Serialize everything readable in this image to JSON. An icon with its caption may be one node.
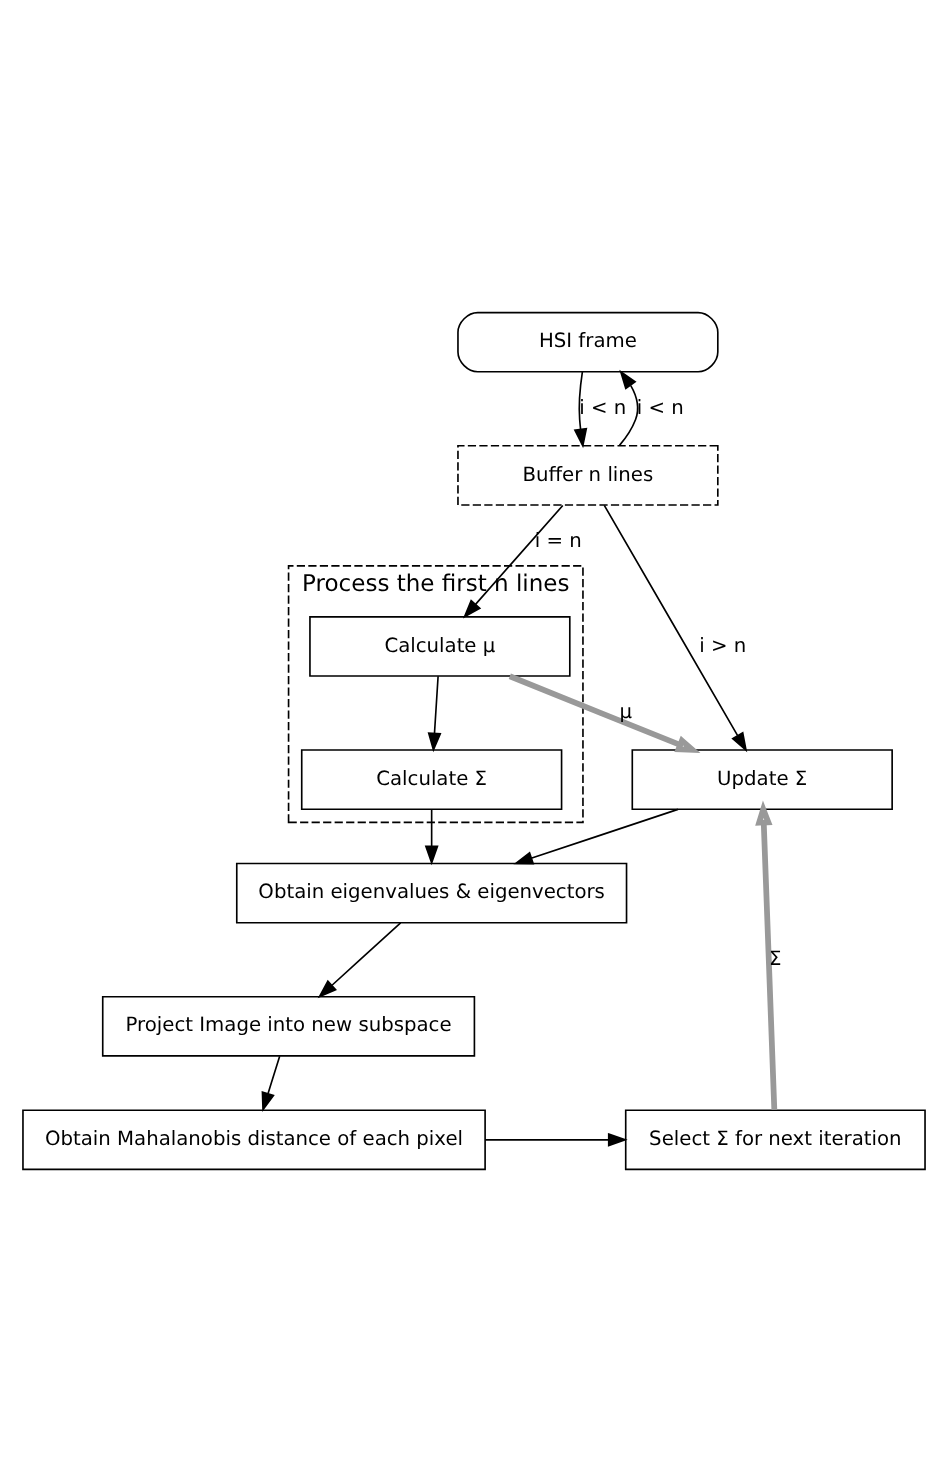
{
  "diagram": {
    "nodes": [
      {
        "text": [
          "HSI frame"
        ]
      },
      {
        "text": [
          "Buffer n lines"
        ]
      },
      {
        "text": [
          "Process the first n lines"
        ]
      },
      {
        "text": [
          "Calculate μ"
        ],
        "in": 2
      },
      {
        "text": [
          "Calculate Σ"
        ],
        "in": 2
      },
      {
        "text": [
          "Update Σ"
        ]
      },
      {
        "text": [
          "Obtain eigenvalues & eigenvectors"
        ]
      },
      {
        "text": [
          "Project Image into new subspace"
        ]
      },
      {
        "text": [
          "Obtain Mahalanobis distance of each pixel"
        ]
      },
      {
        "text": [
          "Select Σ for next iteration"
        ]
      }
    ],
    "edges": [
      {
        "from": 0,
        "to": 1,
        "arrow": "to",
        "label": "i < n"
      },
      {
        "from": 1,
        "to": 0,
        "arrow": "to",
        "label": "i < n"
      },
      {
        "from": 1,
        "to": 3,
        "arrow": "to",
        "label": "i = n"
      },
      {
        "from": 1,
        "to": 5,
        "arrow": "to",
        "label": "i > n"
      },
      {
        "from": 3,
        "to": 5,
        "arrow": "to",
        "label": "μ",
        "style": "thick",
        "color": "#999999"
      },
      {
        "from": 3,
        "to": 4,
        "arrow": "to"
      },
      {
        "from": 4,
        "to": 6,
        "arrow": "to"
      },
      {
        "from": 5,
        "to": 6,
        "arrow": "to"
      },
      {
        "from": 6,
        "to": 7,
        "arrow": "to"
      },
      {
        "from": 7,
        "to": 8,
        "arrow": "to"
      },
      {
        "from": 8,
        "to": 9,
        "arrow": "to"
      },
      {
        "from": 9,
        "to": 5,
        "arrow": "to",
        "label": "Σ",
        "style": "thick",
        "color": "#999999"
      }
    ]
  }
}
